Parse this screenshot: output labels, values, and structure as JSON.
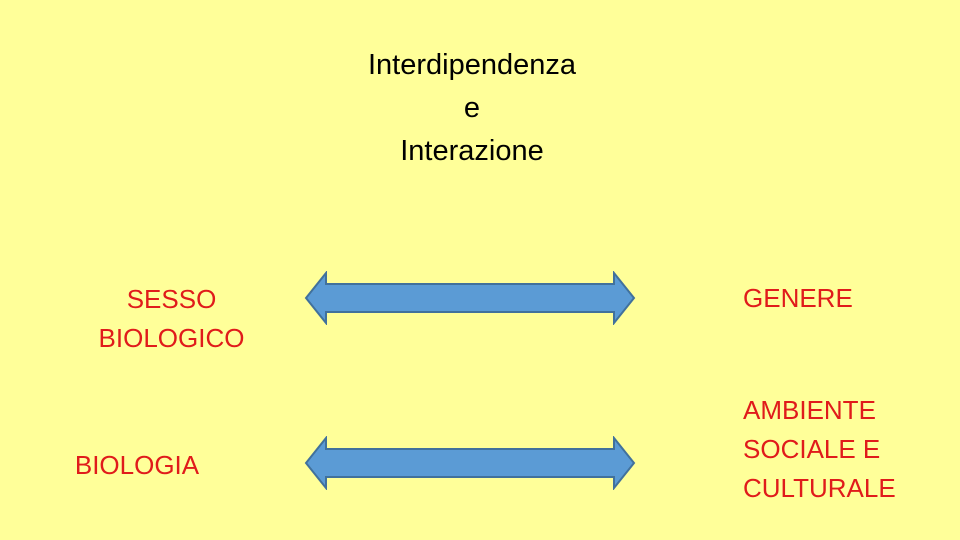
{
  "title": {
    "line1": "Interdipendenza",
    "line2": "e",
    "line3": "Interazione"
  },
  "left": {
    "sesso_line1": "SESSO",
    "sesso_line2": "BIOLOGICO",
    "biologia": "BIOLOGIA"
  },
  "right": {
    "genere": "GENERE",
    "ambiente_line1": "AMBIENTE",
    "ambiente_line2": "SOCIALE E",
    "ambiente_line3": "CULTURALE"
  },
  "colors": {
    "background": "#ffff99",
    "label_text": "#e01b1b",
    "title_text": "#000000",
    "arrow_fill": "#5b9bd5",
    "arrow_stroke": "#41719c"
  }
}
